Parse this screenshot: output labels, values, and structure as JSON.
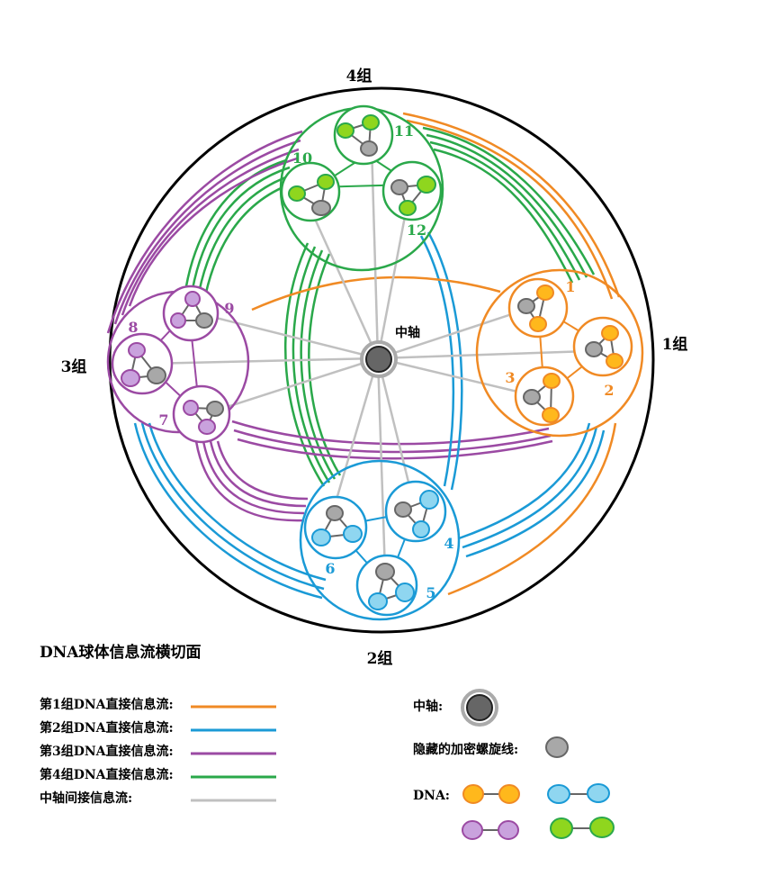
{
  "groups": {
    "g1": "1组",
    "g2": "2组",
    "g3": "3组",
    "g4": "4组"
  },
  "center_label": "中轴",
  "nodes": {
    "n1": "1",
    "n2": "2",
    "n3": "3",
    "n4": "4",
    "n5": "5",
    "n6": "6",
    "n7": "7",
    "n8": "8",
    "n9": "9",
    "n10": "10",
    "n11": "11",
    "n12": "12"
  },
  "title": "DNA球体信息流横切面",
  "legend": {
    "flow1": "第1组DNA直接信息流:",
    "flow2": "第2组DNA直接信息流:",
    "flow3": "第3组DNA直接信息流:",
    "flow4": "第4组DNA直接信息流:",
    "axis_flow": "中轴间接信息流:",
    "axis": "中轴:",
    "hidden": "隐藏的加密螺旋线:",
    "dna": "DNA:"
  },
  "colors": {
    "group1": "#f08a24",
    "group2": "#1a9ad6",
    "group3": "#9b4aa3",
    "group4": "#2aa84a",
    "axis_flow": "#c0c0c0",
    "dna1": "#ffb81c",
    "dna2": "#8fd6f0",
    "dna3": "#c9a2dd",
    "dna4": "#8fd61e",
    "hidden": "#a8a8a8",
    "axis": "#666666"
  }
}
